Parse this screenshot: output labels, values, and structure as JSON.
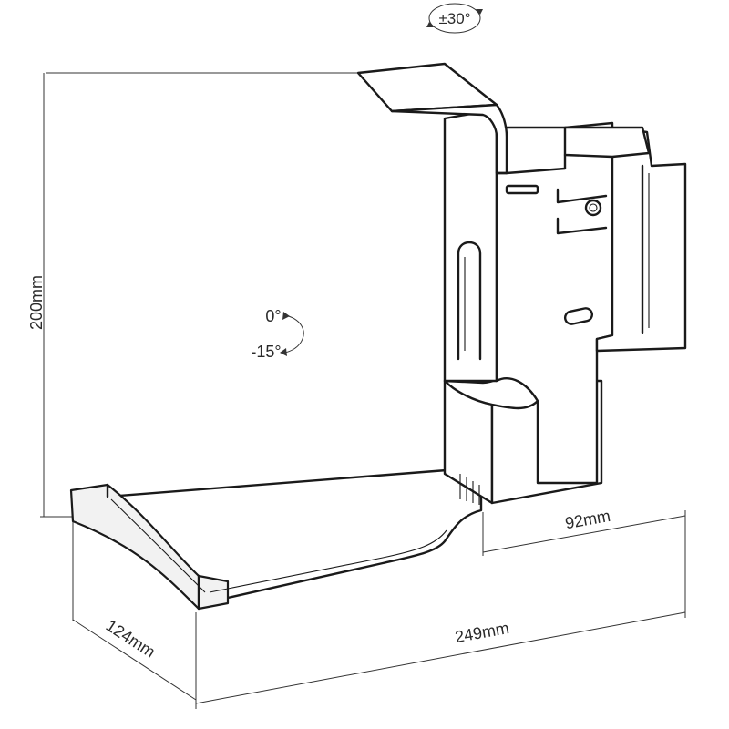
{
  "dimensions": {
    "height": "200mm",
    "depth": "124mm",
    "width": "249mm",
    "back_width": "92mm"
  },
  "angles": {
    "swivel": "±30°",
    "tilt_top": "0°",
    "tilt_bottom": "-15°"
  },
  "colors": {
    "line": "#1a1a1a",
    "dimension": "#333333",
    "background": "#ffffff"
  }
}
